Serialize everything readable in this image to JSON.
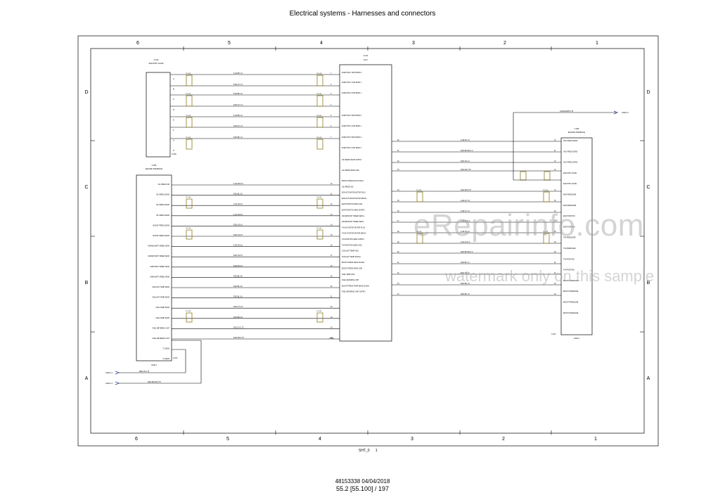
{
  "header": {
    "title": "Electrical systems - Harnesses and connectors"
  },
  "frame": {
    "columns": [
      "6",
      "5",
      "4",
      "3",
      "2",
      "1"
    ],
    "rows": [
      "D",
      "C",
      "B",
      "A"
    ]
  },
  "footer": {
    "doc_code": "48153338 04/04/2018",
    "page_ref": "55.2 [55.100] / 197",
    "sheet_label": "SHT_0",
    "sheet_number": "1"
  },
  "watermark": {
    "main": "eRepairinfo.com",
    "sub": "watermark only on this sample"
  },
  "components": {
    "electric_valve": {
      "ref": "A-010",
      "name": "ELECTRIC VALVE",
      "pins": [
        "A",
        "B",
        "C",
        "D",
        "E",
        "F",
        "G",
        "H"
      ],
      "connector": "X-020"
    },
    "ecu": {
      "ref": "A-011",
      "name": "ECU",
      "connector": "X-018",
      "labels": [
        "INJECTOR 1 HIGH BANK 1",
        "INJECTOR 1 LOW BANK 1",
        "INJECTOR 2 LOW BANK 1",
        "INJECTOR 2 HIGH BANK 1",
        "INJECTOR 3 LOW BANK 1",
        "INJECTOR 3 HIGH BANK 1",
        "INJECTOR 3 LOW BANK 2",
        "OIL PRESS SENS SUPPLY",
        "OIL PRESS SENS GND",
        "BOOST PRESS ACTUATOR 1",
        "OIL PRESS SW",
        "EGR ACTUATOR MOTOR PLUS",
        "EGR ACTUATOR MOTOR MINUS",
        "EGR POSITION SENS GND",
        "EGR POSITION SENS SUPPLY",
        "CRANKSHAFT SPEED SENS +",
        "CRANKSHAFT SPEED SENS -",
        "TVA ACTUATOR MOTOR PLUS",
        "TVA ACTUATOR MOTOR MINUS",
        "TVA POSITION SENS SUPPLY",
        "TVA POSITION SENS GND",
        "COOLANT TEMP GND",
        "COOLANT TEMP SIGNAL",
        "BOOST PRESS SENS SIGNAL",
        "BOOST PRESS SENS GND",
        "FUEL TEMP GND",
        "FUEL METERING UNIT",
        "BOOST PRESS TEMP SENS SIGNAL",
        "FUEL METERING UNIT SUPPLY"
      ]
    },
    "engine_left": {
      "ref": "X-056",
      "name": "ENGINE INTERFACE",
      "connector": "X-037",
      "ground": "GND-4",
      "labels": [
        "OIL PRESS SW",
        "OIL PRESS SENS",
        "OIL PRESS SENS",
        "OIL PRESS SENS",
        "BOOST PRESS SENS",
        "BOOST PRESS SENS",
        "CRANKSHAFT SPEED SENS",
        "CRANKSHAFT SPEED SENS",
        "CAMSHAFT SPEED SENS",
        "CAMSHAFT SPEED SENS",
        "COOLANT TEMP SENS",
        "COOLANT TEMP SENS",
        "FUEL TEMP SENS",
        "FUEL TEMP SENS",
        "FUEL METERING UNIT",
        "FUEL METERING UNIT",
        "T1 SENS",
        "T1 SENS"
      ]
    },
    "engine_right": {
      "ref": "X-056",
      "name": "ENGINE INTERFACE",
      "connector": "X-037",
      "ground": "GND-4",
      "labels": [
        "OAC PRESS SENS",
        "OAC PRESS SENS",
        "OAC PRESS SENS",
        "ELECTRIC VALVE",
        "ELECTRIC VALVE",
        "EGR PRESSURE",
        "EGR PRESSURE",
        "EGR POSITION",
        "EGR POSITION",
        "TVA PRESSURE",
        "TVA PRESSURE",
        "TVA POSITION",
        "TVA POSITION",
        "BOOST PRESSURE",
        "BOOST PRESSURE",
        "BOOST PRESSURE",
        "BOOST PRESSURE"
      ]
    }
  },
  "wires_left": [
    "F+00 BK 1.0",
    "F100 GY 1.0",
    "F100 BK 1.0",
    "F100 GY 1.0",
    "F+00 BK 1.0",
    "F100 GY 1.0",
    "F200 BK 1.0"
  ],
  "wires_mid": [
    "F+00 WH 0.8",
    "F200 BL 0.8",
    "F+10 YE 0.8",
    "F+10 YE 0.8",
    "F200 YE 0.8",
    "F200 YE 0.8",
    "F+00 YE 0.8",
    "F200 YE 0.8",
    "F200 PK 0.8",
    "F200 BL 0.8",
    "F200 BL 0.8",
    "F200 BL 0.8",
    "F200 GY 0.8",
    "F200 BN 0.8",
    "F200 GY 0.75",
    "F200 WH 0.75",
    "B900 YE 0.75",
    "Z900 BU/WH 0.75"
  ],
  "wires_right": [
    "F+08 PK 1.0",
    "F200 BU/WH 1.0",
    "F400 YE 1.0",
    "F400 GN 0.75",
    "F100 WH 0.75",
    "F+08 GY 1.0",
    "F+08 GY 1.0",
    "F+08 GN 1.0",
    "F+08 YE 1.0",
    "F+00 GN 1.0",
    "F900 BU/WH 1.0",
    "F100 BL 1.0",
    "F600 YE 1.0",
    "F900 BK 1.0",
    "F300 BK 1.0"
  ],
  "twisted_pair_tag": "TP-018",
  "connector_refs": {
    "gnd_top": "GND-C4",
    "gnd_a1": "GND-C-1",
    "gnd_a2": "GND-C-1",
    "wire_top": "G100 BU/WH 0.75"
  },
  "colors": {
    "twist": "#8a7a1e",
    "line": "#000000",
    "watermark": "#a0a0a0",
    "blue_arrow": "#2a3f8f"
  }
}
